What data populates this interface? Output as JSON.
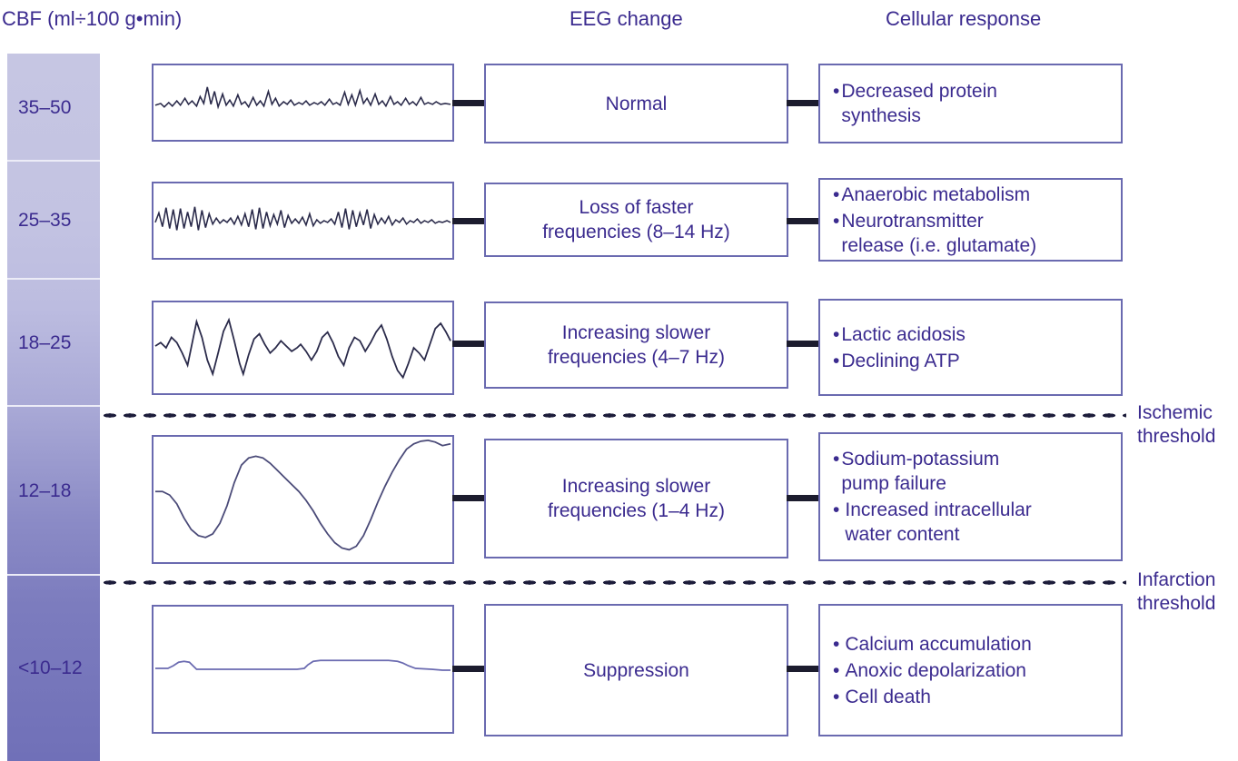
{
  "headers": {
    "cbf": "CBF (ml÷100 g•min)",
    "eeg": "EEG change",
    "cellular": "Cellular response"
  },
  "colors": {
    "text_purple": "#3b2b8f",
    "box_border": "#6a6ab0",
    "connector": "#1c1c2e",
    "gradient_top": "#c6c6e3",
    "gradient_bottom": "#7070b8"
  },
  "rows": [
    {
      "cbf": "35–50",
      "waveform": "normal-fast-low-amplitude-eeg",
      "eeg_change": "Normal",
      "cellular": [
        {
          "bullet": "•",
          "text": "Decreased protein\nsynthesis",
          "spaced": false
        }
      ]
    },
    {
      "cbf": "25–35",
      "waveform": "loss-of-faster-frequencies-eeg",
      "eeg_change": "Loss of faster\nfrequencies (8–14 Hz)",
      "cellular": [
        {
          "bullet": "•",
          "text": "Anaerobic metabolism",
          "spaced": false
        },
        {
          "bullet": "•",
          "text": "Neurotransmitter\nrelease (i.e. glutamate)",
          "spaced": false
        }
      ]
    },
    {
      "cbf": "18–25",
      "waveform": "theta-slower-frequencies-eeg",
      "eeg_change": "Increasing slower\nfrequencies (4–7 Hz)",
      "cellular": [
        {
          "bullet": "•",
          "text": "Lactic acidosis",
          "spaced": false
        },
        {
          "bullet": "•",
          "text": "Declining ATP",
          "spaced": false
        }
      ]
    },
    {
      "cbf": "12–18",
      "waveform": "delta-slow-wave-eeg",
      "eeg_change": "Increasing slower\nfrequencies (1–4 Hz)",
      "cellular": [
        {
          "bullet": "•",
          "text": "Sodium-potassium\npump failure",
          "spaced": false
        },
        {
          "bullet": "•",
          "text": "Increased intracellular\nwater content",
          "spaced": true
        }
      ]
    },
    {
      "cbf": "<10–12",
      "waveform": "suppression-flat-eeg",
      "eeg_change": "Suppression",
      "cellular": [
        {
          "bullet": "•",
          "text": "Calcium accumulation",
          "spaced": true
        },
        {
          "bullet": "•",
          "text": "Anoxic depolarization",
          "spaced": true
        },
        {
          "bullet": "•",
          "text": "Cell death",
          "spaced": true
        }
      ]
    }
  ],
  "thresholds": [
    {
      "label": "Ischemic\nthreshold",
      "after_row": 2
    },
    {
      "label": "Infarction\nthreshold",
      "after_row": 3
    }
  ]
}
